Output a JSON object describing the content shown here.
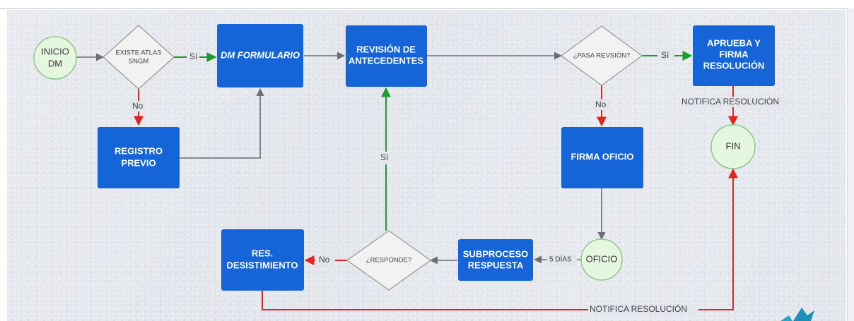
{
  "nodes": {
    "inicio": [
      "INICIO",
      "DM"
    ],
    "existe_atlas": [
      "EXISTE ATLAS",
      "SNGM"
    ],
    "dm_formulario": [
      "DM FORMULARIO"
    ],
    "revision": [
      "REVISIÓN DE",
      "ANTECEDENTES"
    ],
    "pasa_revision": [
      "¿PASA REVSIÓN?"
    ],
    "aprueba": [
      "APRUEBA Y",
      "FIRMA",
      "RESOLUCIÓN"
    ],
    "registro_previo": [
      "REGISTRO",
      "PREVIO"
    ],
    "firma_oficio": [
      "FIRMA OFICIO"
    ],
    "fin": [
      "FIN"
    ],
    "res_desistimiento": [
      "RES.",
      "DESISTIMIENTO"
    ],
    "responde": [
      "¿RESPONDE?"
    ],
    "subproceso": [
      "SUBPROCESO",
      "RESPUESTA"
    ],
    "oficio": [
      "OFICIO"
    ]
  },
  "edge_labels": {
    "si_atlas": "Sí",
    "no_atlas": "No",
    "si_revision": "Sí",
    "no_revision": "No",
    "si_responde": "Sí",
    "no_responde": "No",
    "cinco_dias": "5 DÍAS",
    "notifica_resolucion_1": "NOTIFICA RESOLUCIÓN",
    "notifica_resolucion_2": "NOTIFICA RESOLUCIÓN"
  },
  "colors": {
    "box_fill": "#1565d8",
    "box_text": "#ffffff",
    "circle_fill": "#e6f7e0",
    "circle_stroke": "#8cc78a",
    "diamond_fill": "#f2f2f2",
    "diamond_stroke": "#9a9a9a",
    "edge_gray": "#6b6f76",
    "edge_green": "#1e9b2e",
    "edge_red": "#e0241f"
  }
}
